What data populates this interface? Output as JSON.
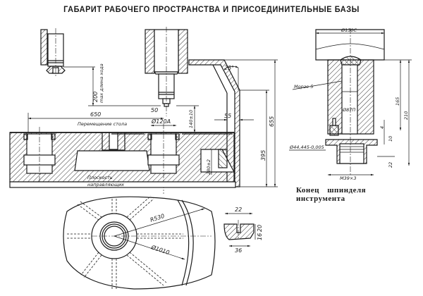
{
  "title": "ГАБАРИТ РАБОЧЕГО ПРОСТРАНСТВА И ПРИСОЕДИНИТЕЛЬНЫЕ БАЗЫ",
  "spindle_caption": "Конец шпинделя инструмента",
  "main_view": {
    "dim_max_stroke": "200",
    "dim_max_stroke_note": "max длина хода",
    "dim_offset": "50",
    "dim_table_travel": "650",
    "table_travel_label": "Перемещение стола",
    "dim_bore": "Ø120A",
    "dim_height_gap": "140±10",
    "dim_column_gap": "55",
    "dim_angle": "25°",
    "dim_total_height": "655",
    "dim_column_height": "395",
    "dim_table_height": "280±2",
    "guide_plane_label_1": "Плоскость",
    "guide_plane_label_2": "направляющих"
  },
  "table_plan": {
    "dim_radius": "R530",
    "dim_diameter": "Ø1010"
  },
  "t_slot": {
    "dim_width_top": "22",
    "dim_width_bottom": "36",
    "dim_height_top": "20",
    "dim_height_bottom": "16"
  },
  "spindle_end": {
    "dim_head_diameter": "Ø130C",
    "taper_label": "Морзе 5",
    "dim_bore": "Ø87П",
    "dim_flange": "Ø44,445-0,005",
    "dim_thread": "M39×3",
    "dim_4": "4",
    "dim_10": "10",
    "dim_22": "22",
    "dim_165": "165",
    "dim_210": "210"
  }
}
